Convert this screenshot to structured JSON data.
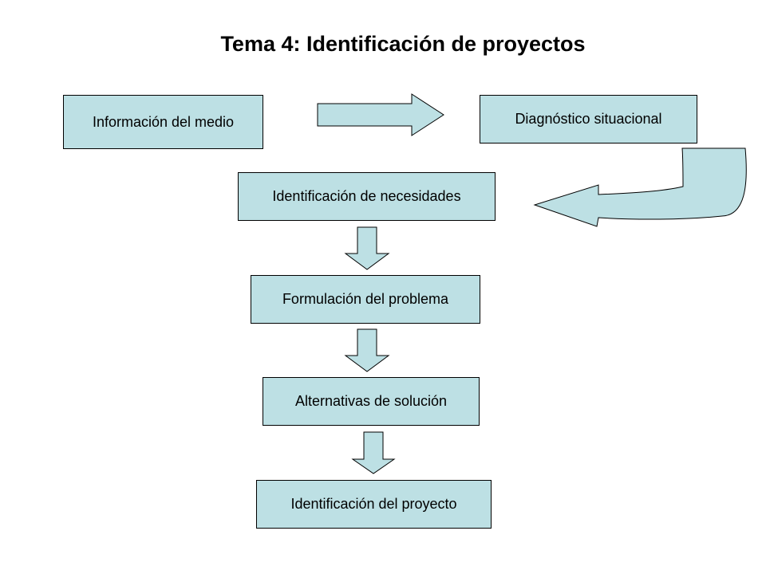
{
  "title": "Tema 4: Identificación de proyectos",
  "nodes": {
    "informacion_medio": "Información del medio",
    "diagnostico_situacional": "Diagnóstico situacional",
    "identificacion_necesidades": "Identificación de necesidades",
    "formulacion_problema": "Formulación del problema",
    "alternativas_solucion": "Alternativas de solución",
    "identificacion_proyecto": "Identificación del proyecto"
  },
  "colors": {
    "box_fill": "#bde0e4",
    "border": "#000000"
  }
}
